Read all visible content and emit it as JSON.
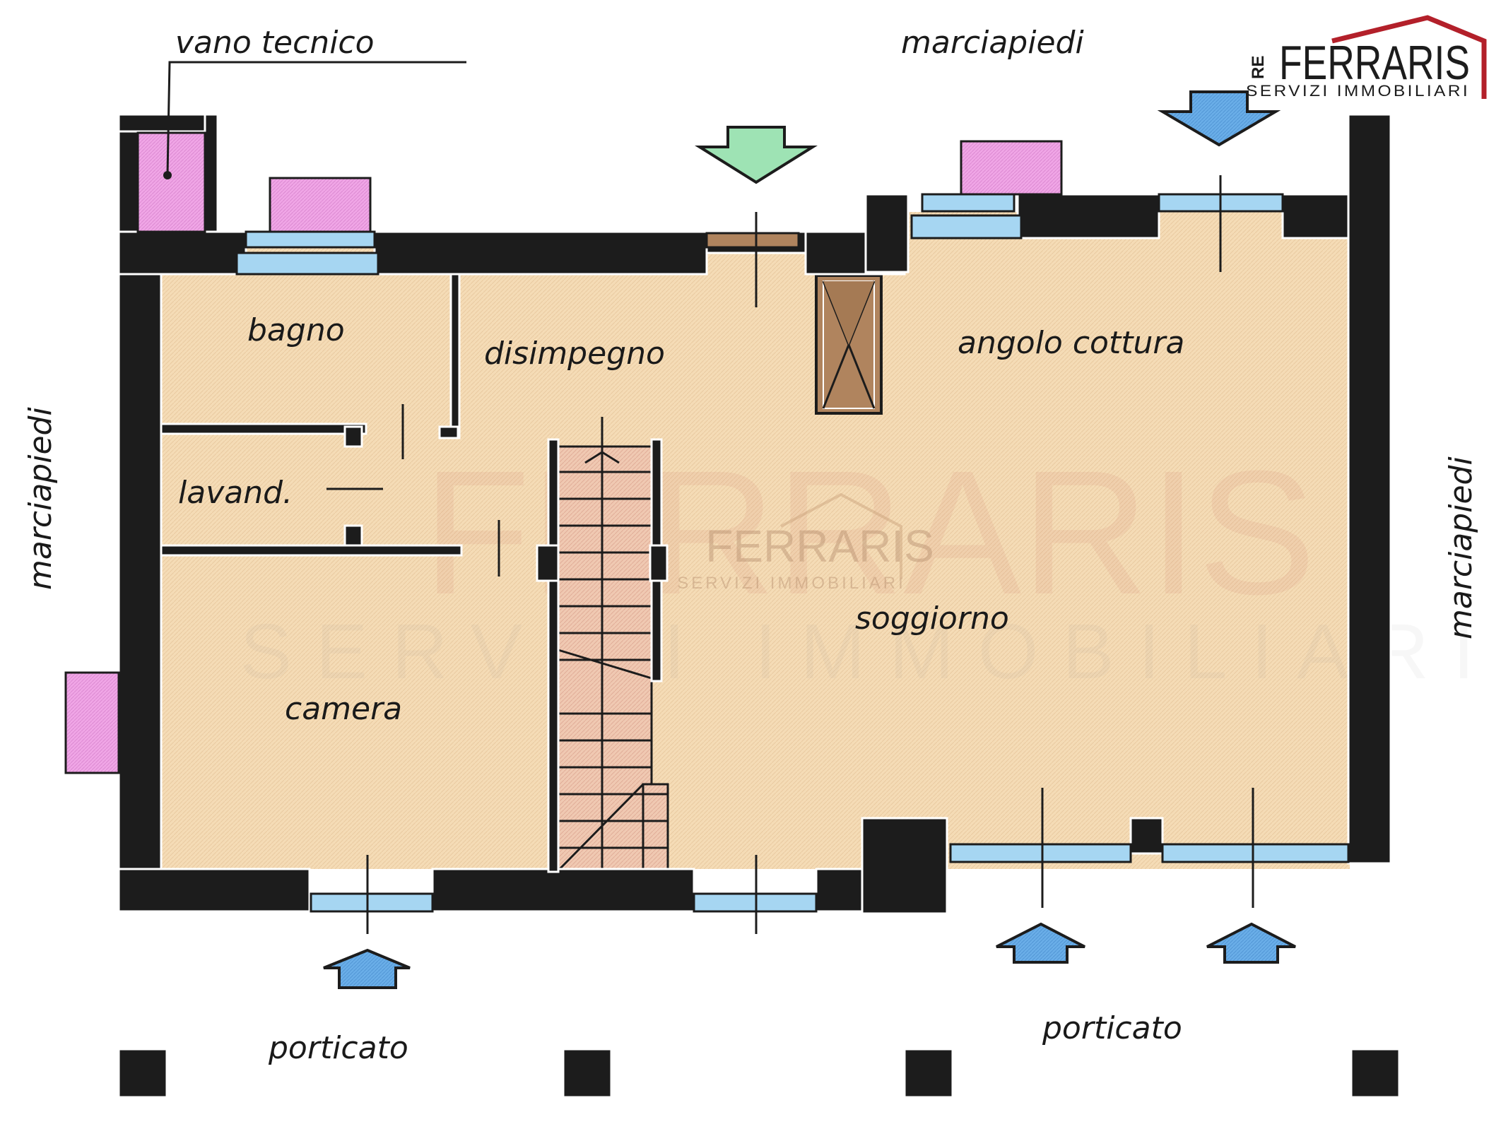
{
  "labels": {
    "vano_tecnico": "vano tecnico",
    "marciapiedi_top": "marciapiedi",
    "marciapiedi_left": "marciapiedi",
    "marciapiedi_right": "marciapiedi",
    "bagno": "bagno",
    "disimpegno": "disimpegno",
    "angolo_cottura": "angolo cottura",
    "lavand": "lavand.",
    "soggiorno": "soggiorno",
    "camera": "camera",
    "porticato_left": "porticato",
    "porticato_right": "porticato"
  },
  "logo": {
    "prefix": "RE",
    "name": "FERRARIS",
    "tagline": "SERVIZI IMMOBILIARI"
  },
  "watermark": {
    "name": "FERRARIS",
    "tagline": "SERVIZI IMMOBILIARI",
    "big_name": "FERRARIS",
    "big_tagline": "SERVIZI IMMOBILIARI"
  },
  "colors": {
    "wall": "#1c1c1c",
    "floor": "#f5dcb6",
    "stair": "#f0c9b2",
    "window": "#a6d6f2",
    "pink_box": "#f0a6e6",
    "arrow_blue": "#6aaee8",
    "arrow_green": "#9ee3b4",
    "chimney": "#b0845e",
    "brand_red": "#b3202a"
  }
}
